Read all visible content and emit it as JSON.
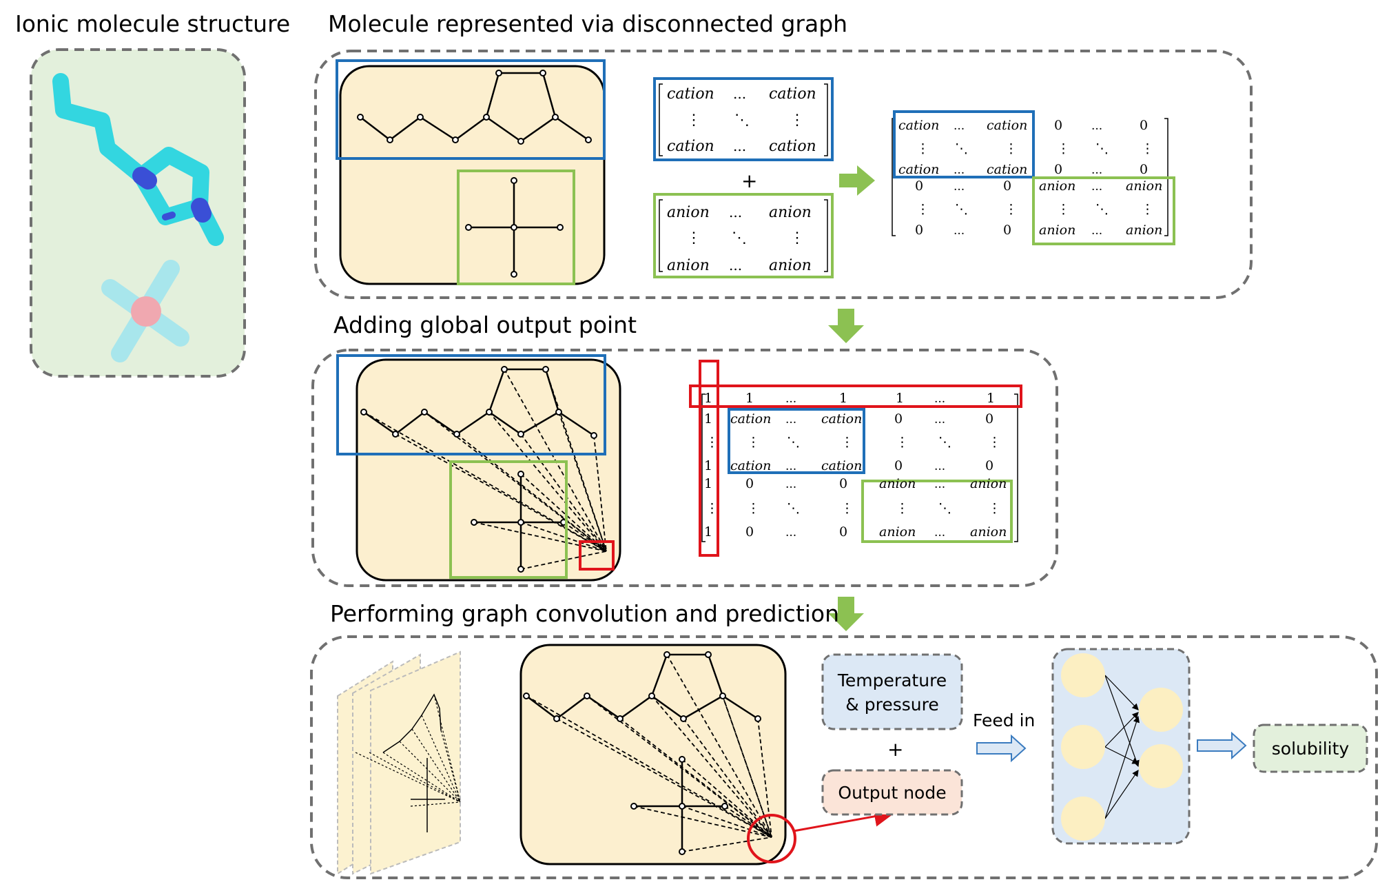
{
  "titles": {
    "ionic": "Ionic molecule structure",
    "disconnected": "Molecule represented via disconnected graph",
    "global": "Adding global output point",
    "conv": "Performing graph convolution and prediction"
  },
  "matrix": {
    "cation": "cation",
    "anion": "anion",
    "dots_h": "...",
    "dots_v": "⋮",
    "dots_d": "⋱",
    "zero": "0",
    "one": "1",
    "plus": "+"
  },
  "prediction": {
    "temp_line1": "Temperature",
    "temp_line2": "& pressure",
    "plus": "+",
    "output_node": "Output node",
    "feed_in": "Feed in",
    "solubility": "solubility"
  },
  "colors": {
    "blue": "#1f6fb8",
    "green": "#8cc152",
    "red": "#e0141b",
    "cream": "#fcefcf",
    "panel_green": "#e3f0dc",
    "cyan": "#33d6e0",
    "navy": "#3a4fd6",
    "pink": "#f0a8b0",
    "light_cyan": "#a8e6ec",
    "nn_bg": "#dce8f5",
    "node_fill": "#fcefc2",
    "temp_bg": "#dce8f5",
    "out_bg": "#fbe4d8",
    "sol_bg": "#e3f0dc",
    "arrow_green": "#8cc152"
  }
}
